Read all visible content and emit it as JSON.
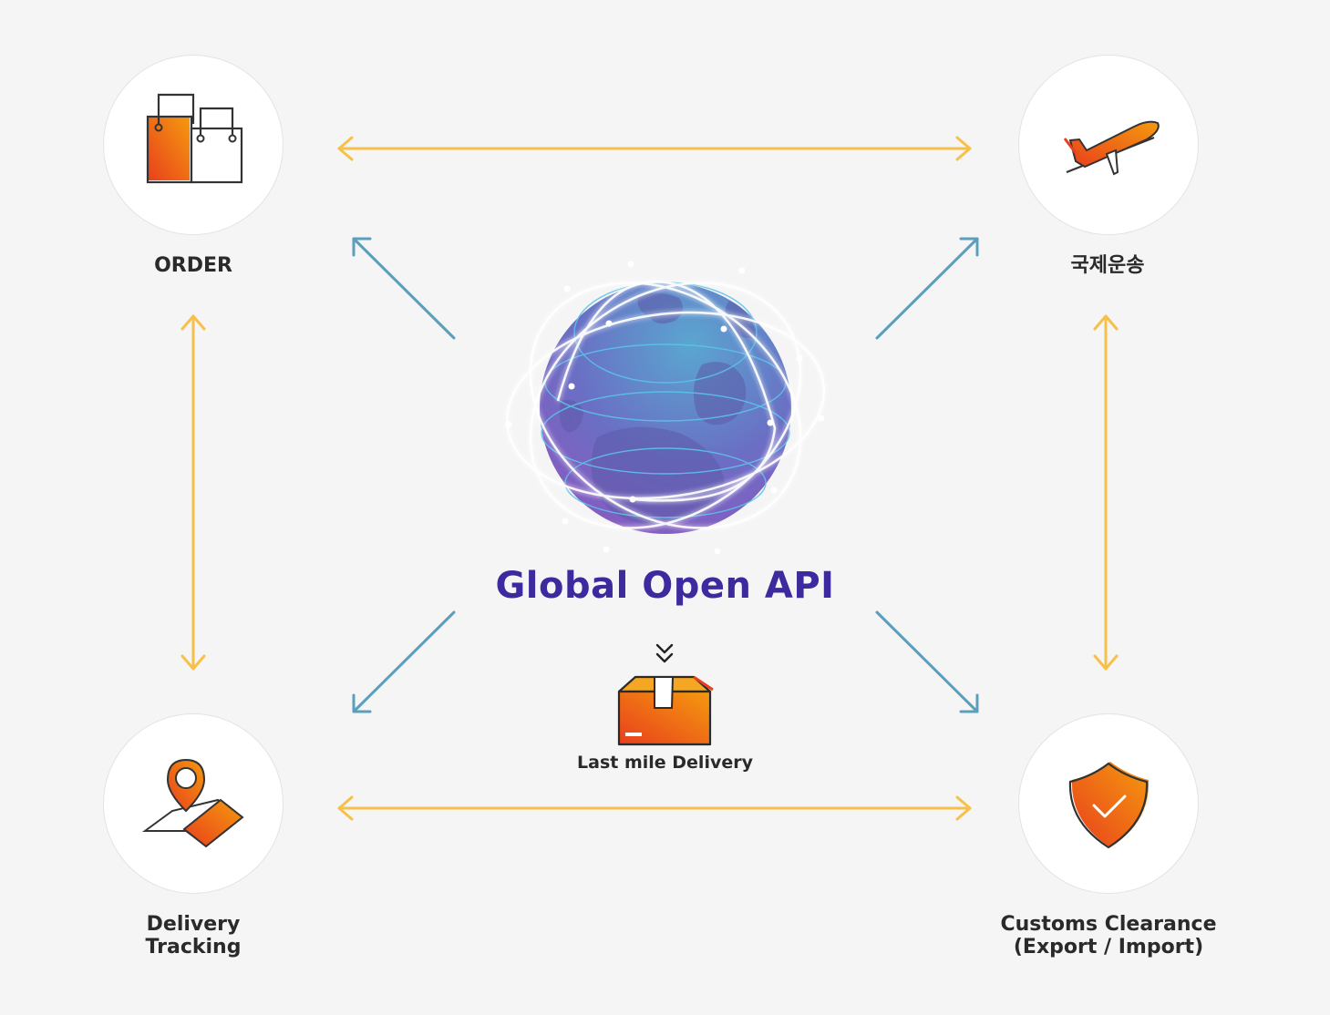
{
  "center": {
    "title": "Global Open API",
    "last_mile_label": "Last mile Delivery",
    "last_mile_icon": "package-box-icon",
    "down-chevrons_icon": "double-chevron-down-icon"
  },
  "nodes": {
    "order": {
      "label": "ORDER",
      "icon": "shopping-bags-icon"
    },
    "shipping": {
      "label": "국제운송",
      "icon": "airplane-icon"
    },
    "tracking": {
      "label": "Delivery\nTracking",
      "icon": "map-pin-icon"
    },
    "customs": {
      "label": "Customs Clearance\n(Export / Import)",
      "icon": "shield-check-icon"
    }
  },
  "colors": {
    "background": "#f5f5f5",
    "title": "#3d2a9e",
    "connector_yellow": "#f7c04a",
    "connector_blue": "#5b9fbd",
    "accent_orange": "#f06a1e",
    "accent_red": "#e8401c"
  }
}
